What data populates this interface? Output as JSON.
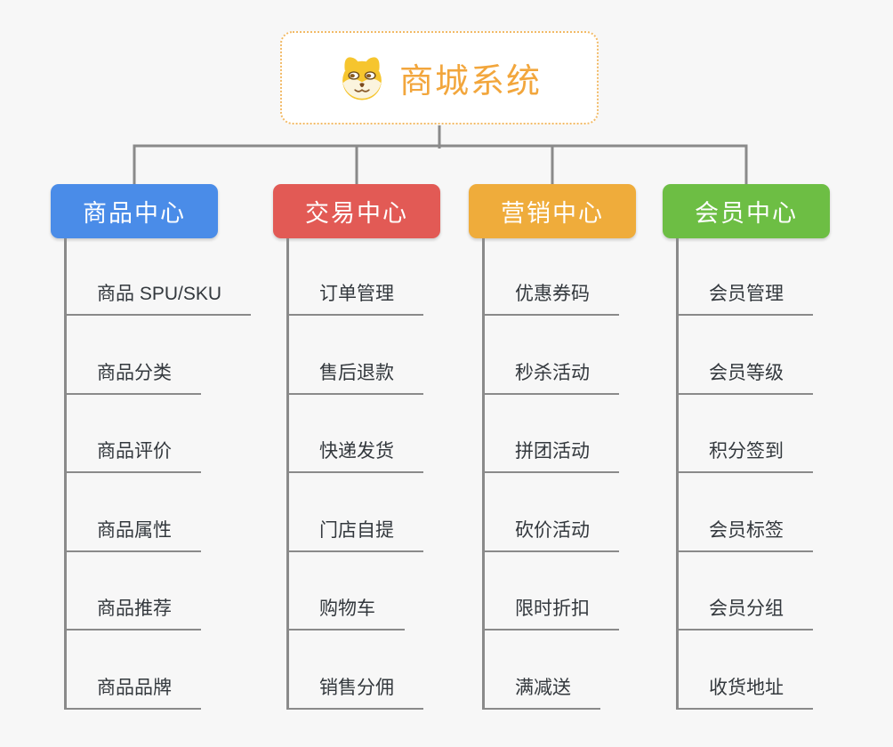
{
  "root": {
    "title": "商城系统",
    "icon": "dog-face-icon"
  },
  "branches": [
    {
      "label": "商品中心",
      "color": "#4A8CE8",
      "children": [
        "商品 SPU/SKU",
        "商品分类",
        "商品评价",
        "商品属性",
        "商品推荐",
        "商品品牌"
      ]
    },
    {
      "label": "交易中心",
      "color": "#E25A55",
      "children": [
        "订单管理",
        "售后退款",
        "快递发货",
        "门店自提",
        "购物车",
        "销售分佣"
      ]
    },
    {
      "label": "营销中心",
      "color": "#EFAC3B",
      "children": [
        "优惠券码",
        "秒杀活动",
        "拼团活动",
        "砍价活动",
        "限时折扣",
        "满减送"
      ]
    },
    {
      "label": "会员中心",
      "color": "#6DBE44",
      "children": [
        "会员管理",
        "会员等级",
        "积分签到",
        "会员标签",
        "会员分组",
        "收货地址"
      ]
    }
  ],
  "colors": {
    "background": "#F7F7F7",
    "connector": "#8A8A8A",
    "root_accent": "#F2A63C",
    "root_border": "#F2BA66",
    "leaf_text": "#33383D"
  }
}
